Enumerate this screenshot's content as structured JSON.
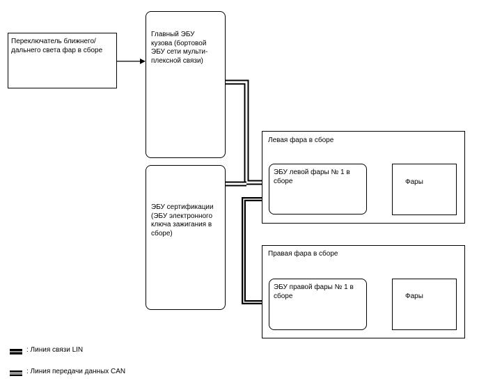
{
  "switch_box": {
    "label": "Переключатель ближнего/\nдальнего света фар в сборе"
  },
  "main_ecu": {
    "label": "Главный ЭБУ\nкузова (бортовой\nЭБУ сети мульти-\nплексной связи)"
  },
  "cert_ecu": {
    "label": "ЭБУ сертификации\n(ЭБУ электронного\nключа зажигания в\nсборе)"
  },
  "left_headlamp": {
    "group_label": "Левая фара в сборе",
    "ecu_label": "ЭБУ левой фары № 1 в\nсборе",
    "lamp_label": "Фары"
  },
  "right_headlamp": {
    "group_label": "Правая фара в сборе",
    "ecu_label": "ЭБУ правой фары № 1 в\nсборе",
    "lamp_label": "Фары"
  },
  "legend": {
    "lin": ": Линия связи LIN",
    "can": ": Линия передачи данных CAN"
  }
}
